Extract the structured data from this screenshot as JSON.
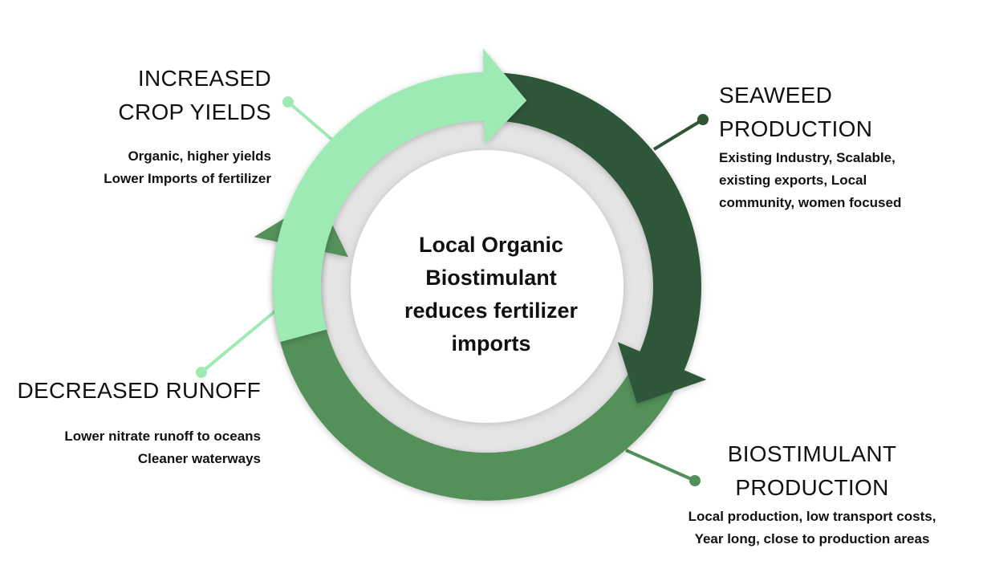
{
  "colors": {
    "light_green": "#9deab4",
    "dark_green": "#2f5637",
    "medium_green": "#52905a",
    "gray_band": "#e4e4e4",
    "inner_disc": "#ffffff",
    "text": "#111111"
  },
  "center": {
    "text": "Local Organic Biostimulant reduces fertilizer imports",
    "lines": [
      "Local Organic",
      "Biostimulant",
      "reduces fertilizer",
      "imports"
    ]
  },
  "cycle": [
    {
      "id": "increased-crop-yields",
      "title_lines": [
        "INCREASED",
        "CROP YIELDS"
      ],
      "desc_lines": [
        "Organic, higher yields",
        "Lower Imports of fertilizer"
      ],
      "color": "#9deab4"
    },
    {
      "id": "seaweed-production",
      "title_lines": [
        "SEAWEED",
        "PRODUCTION"
      ],
      "desc_lines": [
        "Existing Industry, Scalable,",
        "existing exports, Local",
        "community, women focused"
      ],
      "color": "#2f5637"
    },
    {
      "id": "biostimulant-production",
      "title_lines": [
        "BIOSTIMULANT",
        "PRODUCTION"
      ],
      "desc_lines": [
        "Local production, low transport costs,",
        "Year long, close to production areas"
      ],
      "color": "#52905a"
    },
    {
      "id": "decreased-runoff",
      "title_lines": [
        "DECREASED RUNOFF"
      ],
      "desc_lines": [
        "Lower nitrate runoff to oceans",
        "Cleaner waterways"
      ],
      "color": "#9deab4"
    }
  ]
}
